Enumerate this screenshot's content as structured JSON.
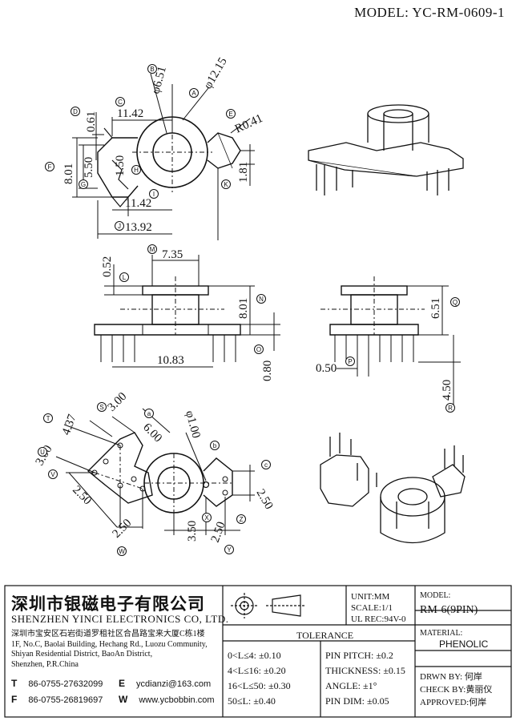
{
  "header": {
    "model_title": "MODEL: YC-RM-0609-1"
  },
  "dimensions": {
    "d_6_51": "φ6.51",
    "d_12_15": "φ12.15",
    "d_11_42_top": "11.42",
    "d_0_61": "0.61",
    "r_0_41": "R0.41",
    "d_5_50": "5.50",
    "d_1_50": "1.50",
    "d_8_01_left": "8.01",
    "d_1_81": "1.81",
    "d_11_42_bot": "11.42",
    "d_13_92": "13.92",
    "d_0_52": "0.52",
    "d_7_35": "7.35",
    "d_8_01_front": "8.01",
    "d_10_83": "10.83",
    "d_0_80": "0.80",
    "d_6_51_side": "6.51",
    "d_0_50": "0.50",
    "d_4_50": "4.50",
    "d_4_37": "4.37",
    "d_3_00_s": "3.00",
    "d_6_00": "6.00",
    "d_1_00": "φ1.00",
    "d_3_00_u": "3.00",
    "d_2_50_v": "2.50",
    "d_2_50_w": "2.50",
    "d_3_50": "3.50",
    "d_2_50_y": "2.50",
    "d_2_50_z": "2.50"
  },
  "markers": [
    "A",
    "B",
    "C",
    "D",
    "E",
    "F",
    "G",
    "H",
    "I",
    "J",
    "K",
    "L",
    "M",
    "N",
    "O",
    "P",
    "Q",
    "R",
    "S",
    "T",
    "U",
    "V",
    "W",
    "X",
    "Y",
    "Z",
    "a",
    "b",
    "c"
  ],
  "title_block": {
    "company_cn": "深圳市银磁电子有限公司",
    "company_en": "SHENZHEN YINCI ELECTRONICS CO, LTD.",
    "address": [
      "深圳市宝安区石岩街道罗租社区合昌路宝来大厦C栋1楼",
      "1F, No.C, Baolai Building, Hechang Rd., Luozu Community,",
      "Shiyan Residential District, BaoAn District,",
      "Shenzhen, P.R.China"
    ],
    "tel_key": "T",
    "tel": "86-0755-27632099",
    "fax_key": "F",
    "fax": "86-0755-26819697",
    "email_key": "E",
    "email": "ycdianzi@163.com",
    "web_key": "W",
    "web": "www.ycbobbin.com",
    "unit": "UNIT:MM",
    "scale": "SCALE:1/1",
    "ul_rec": "UL REC:94V-0",
    "model_label": "MODEL:",
    "model_value": "RM-6(9PIN)",
    "tolerance_label": "TOLERANCE",
    "tol_rows": [
      "0<L≤4: ±0.10",
      "4<L≤16: ±0.20",
      "16<L≤50: ±0.30",
      "50≤L: ±0.40"
    ],
    "pin_rows": [
      "PIN PITCH: ±0.2",
      "THICKNESS: ±0.15",
      "ANGLE: ±1°",
      "PIN DIM: ±0.05"
    ],
    "material_label": "MATERIAL:",
    "material_value": "PHENOLIC",
    "drwn_label": "DRWN BY:",
    "drwn_value": "何岸",
    "check_label": "CHECK BY:",
    "check_value": "黄丽仪",
    "approved_label": "APPROVED:",
    "approved_value": "何岸"
  }
}
